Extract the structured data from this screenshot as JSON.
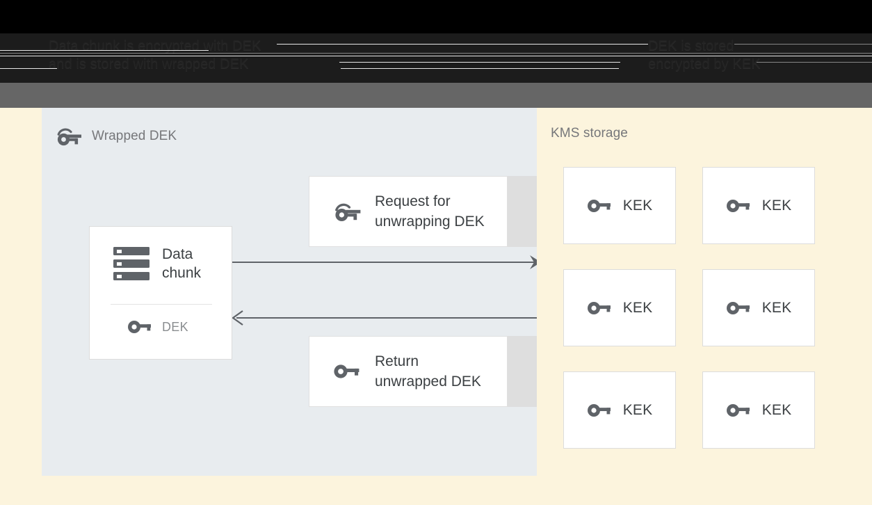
{
  "overlay": {
    "caption_left": "Data chunk is encrypted with DEK\nand is stored with wrapped DEK",
    "caption_right": "DEK is stored\nencrypted by KEK"
  },
  "left_panel": {
    "title": "Wrapped DEK",
    "title_icon": "wrapped-key-icon",
    "data_chunk": {
      "icon": "server-stack-icon",
      "label": "Data\nchunk",
      "key_icon": "key-icon",
      "key_label": "DEK"
    },
    "messages": [
      {
        "icon": "wrapped-key-icon",
        "label": "Request for\nunwrapping DEK",
        "name": "request-unwrapping-card"
      },
      {
        "icon": "key-icon",
        "label": "Return\nunwrapped DEK",
        "name": "return-unwrapped-card"
      }
    ],
    "arrows": [
      {
        "direction": "right",
        "name": "arrow-request"
      },
      {
        "direction": "left",
        "name": "arrow-return"
      }
    ]
  },
  "right_panel": {
    "title": "KMS storage",
    "keys": [
      {
        "icon": "key-icon",
        "label": "KEK"
      },
      {
        "icon": "key-icon",
        "label": "KEK"
      },
      {
        "icon": "key-icon",
        "label": "KEK"
      },
      {
        "icon": "key-icon",
        "label": "KEK"
      },
      {
        "icon": "key-icon",
        "label": "KEK"
      },
      {
        "icon": "key-icon",
        "label": "KEK"
      }
    ]
  },
  "colors": {
    "background": "#fcf4dd",
    "client_panel": "#e8ecef",
    "kms_panel": "#fcf4dd",
    "card": "#ffffff",
    "card_tail": "#dedede",
    "icon_gray": "#5f6368",
    "text_dark": "#3c4043",
    "text_muted": "#76777a",
    "overlay_band": "#1c1c1c",
    "overlay_gray": "#666666"
  }
}
